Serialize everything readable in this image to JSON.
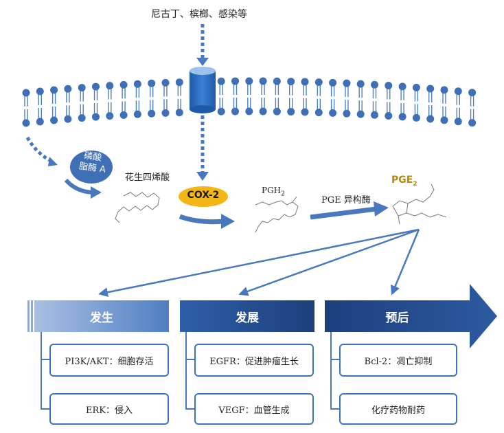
{
  "stimulus": "尼古丁、槟榔、感染等",
  "enzyme_bubble": {
    "line1": "磷酸",
    "line2": "脂酶 A"
  },
  "arachidonic_acid": "花生四烯酸",
  "cox2": "COX-2",
  "pgh2": {
    "base": "PGH",
    "sub": "2"
  },
  "pge_isomerase": "PGE 异构酶",
  "pge2": {
    "base": "PGE",
    "sub": "2"
  },
  "colors": {
    "membrane_head": "#3f6fb5",
    "membrane_tail": "#4f7fc2",
    "channel": "#2f6fbf",
    "arrow": "#4a78bd",
    "cox2_fill": "#f2b716",
    "pge2_label": "#b8860b",
    "header_dark": "#1f3f78",
    "header_light": "#8fa9d6"
  },
  "categories": [
    {
      "title": "发生",
      "items": [
        "PI3K/AKT：细胞存活",
        "ERK：侵入"
      ]
    },
    {
      "title": "发展",
      "items": [
        "EGFR：促进肿瘤生长",
        "VEGF：血管生成"
      ]
    },
    {
      "title": "预后",
      "items": [
        "Bcl-2：凋亡抑制",
        "化疗药物耐药"
      ]
    }
  ]
}
